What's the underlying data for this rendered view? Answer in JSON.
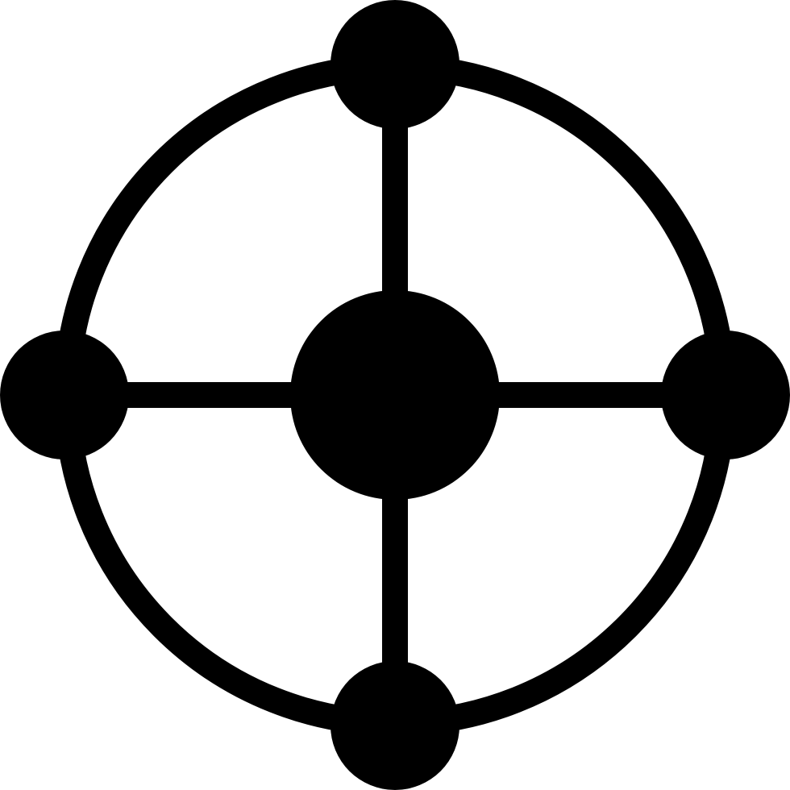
{
  "icon": {
    "name": "network-hub-icon",
    "color": "#000000",
    "background": "#ffffff",
    "nodes": [
      "center",
      "top",
      "right",
      "bottom",
      "left"
    ]
  }
}
